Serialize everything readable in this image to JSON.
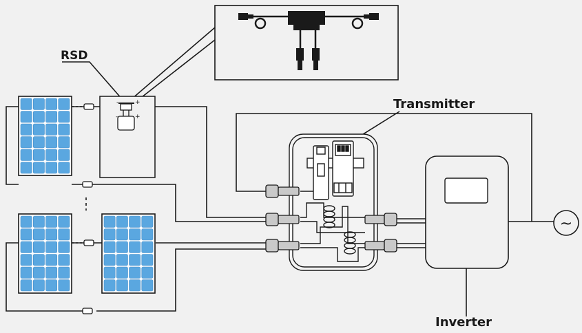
{
  "labels": {
    "rsd": "RSD",
    "transmitter": "Transmitter",
    "inverter": "Inverter",
    "ac_symbol": "~",
    "rsd_minus_a": "-",
    "rsd_plus_a": "+",
    "rsd_minus_b": "-",
    "rsd_plus_b": "+"
  },
  "colors": {
    "background": "#f1f1f1",
    "wire": "#1a1a1a",
    "cell": "#5aa7e0",
    "cell_border": "#4a90c8",
    "panel_frame": "#1a1a1a"
  },
  "icons": {
    "ac_source": "sine-wave-icon",
    "connector": "mc4-connector-icon"
  }
}
